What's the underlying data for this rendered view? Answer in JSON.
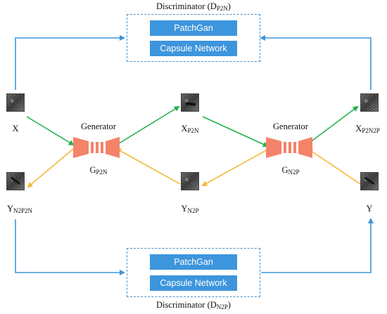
{
  "discriminator_top": {
    "title": "Discriminator (D",
    "title_sub": "P2N",
    "title_end": ")",
    "buttons": [
      "PatchGan",
      "Capsule Network"
    ]
  },
  "discriminator_bottom": {
    "title": "Discriminator (D",
    "title_sub": "N2P",
    "title_end": ")",
    "buttons": [
      "PatchGan",
      "Capsule Network"
    ]
  },
  "generators": [
    {
      "label": "Generator",
      "sym": "G",
      "sub": "P2N"
    },
    {
      "label": "Generator",
      "sym": "G",
      "sub": "N2P"
    }
  ],
  "images": {
    "x": {
      "sym": "X",
      "sub": ""
    },
    "x_p2n": {
      "sym": "X",
      "sub": "P2N"
    },
    "x_p2n2p": {
      "sym": "X",
      "sub": "P2N2P"
    },
    "y": {
      "sym": "Y",
      "sub": ""
    },
    "y_n2p": {
      "sym": "Y",
      "sub": "N2P"
    },
    "y_n2p2n": {
      "sym": "Y",
      "sub": "N2P2N"
    }
  },
  "colors": {
    "discriminator_arrow": "#3d95dc",
    "forward_arrow": "#22b14c",
    "backward_arrow": "#f5b93a",
    "generator": "#f4836a",
    "button": "#3d95dc"
  },
  "icons": {
    "generator": "encoder-decoder-icon",
    "image": "sar-image-thumbnail"
  }
}
